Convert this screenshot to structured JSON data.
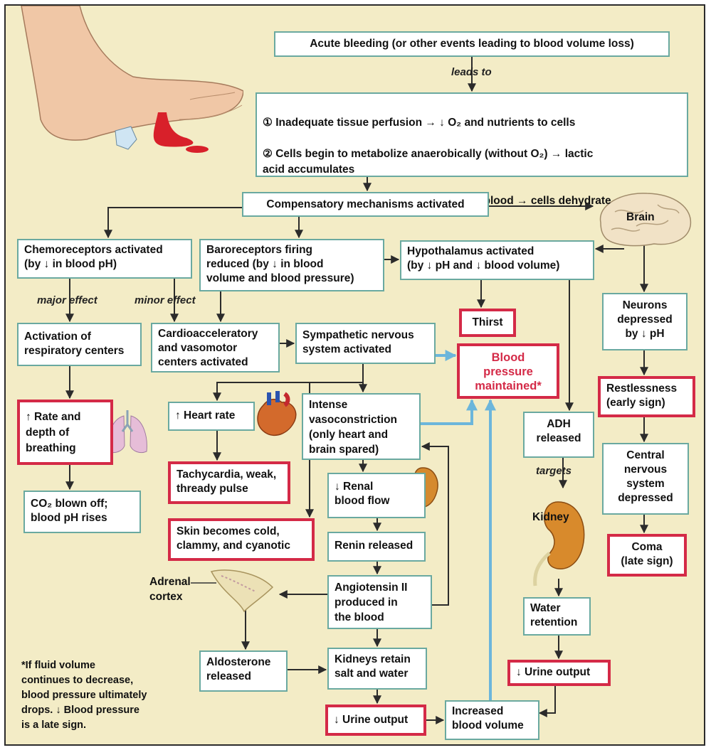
{
  "boxes": {
    "acute_bleeding": "Acute bleeding (or other events leading to blood volume loss)",
    "effects": [
      "① Inadequate tissue perfusion → ↓ O₂ and nutrients to cells",
      "② Cells begin to metabolize anaerobically (without O₂) → lactic\nacid accumulates",
      "③ Water leaves tissue cells → moves into blood → cells dehydrate"
    ],
    "compensatory": "Compensatory mechanisms activated",
    "chemoreceptors": "Chemoreceptors activated\n(by ↓ in blood pH)",
    "baroreceptors": "Baroreceptors firing\nreduced (by ↓ in blood\nvolume and blood pressure)",
    "hypothalamus": "Hypothalamus activated\n(by ↓ pH and ↓ blood volume)",
    "resp_centers": "Activation of\nrespiratory centers",
    "cardio_centers": "Cardioacceleratory\nand vasomotor\ncenters activated",
    "sympathetic": "Sympathetic nervous\nsystem activated",
    "thirst": "Thirst",
    "bp_maintained": "Blood\npressure\nmaintained*",
    "neurons": "Neurons\ndepressed\nby ↓ pH",
    "rate_depth": "↑ Rate and\ndepth of\nbreathing",
    "heart_rate": "↑ Heart rate",
    "vasoconstriction": "Intense\nvasoconstriction\n(only heart and\nbrain spared)",
    "restlessness": "Restlessness\n(early sign)",
    "adh": "ADH\nreleased",
    "cns": "Central\nnervous\nsystem\ndepressed",
    "co2": "CO₂ blown off;\nblood pH rises",
    "tachycardia": "Tachycardia, weak,\nthready pulse",
    "renal_flow": "↓ Renal\nblood flow",
    "skin": "Skin becomes cold,\nclammy, and cyanotic",
    "renin": "Renin released",
    "coma": "Coma\n(late sign)",
    "angiotensin": "Angiotensin II\nproduced in\nthe blood",
    "water_retention": "Water\nretention",
    "aldosterone": "Aldosterone\nreleased",
    "kidneys_retain": "Kidneys retain\nsalt and water",
    "urine_right": "↓ Urine output",
    "urine_bottom": "↓ Urine output",
    "blood_volume": "Increased\nblood volume"
  },
  "labels": {
    "leads_to": "leads to",
    "major_effect": "major effect",
    "minor_effect": "minor effect",
    "targets": "targets",
    "brain": "Brain",
    "kidney": "Kidney",
    "adrenal_cortex": "Adrenal\ncortex"
  },
  "footnote": "*If fluid volume\ncontinues to decrease,\nblood pressure ultimately\ndrops. ↓ Blood pressure\nis a late sign.",
  "colors": {
    "background": "#f3ecc6",
    "box_border": "#6aa9a0",
    "sign_border": "#d42a47",
    "arrow": "#2b2b2b",
    "blue_arrow": "#6cb6db"
  }
}
